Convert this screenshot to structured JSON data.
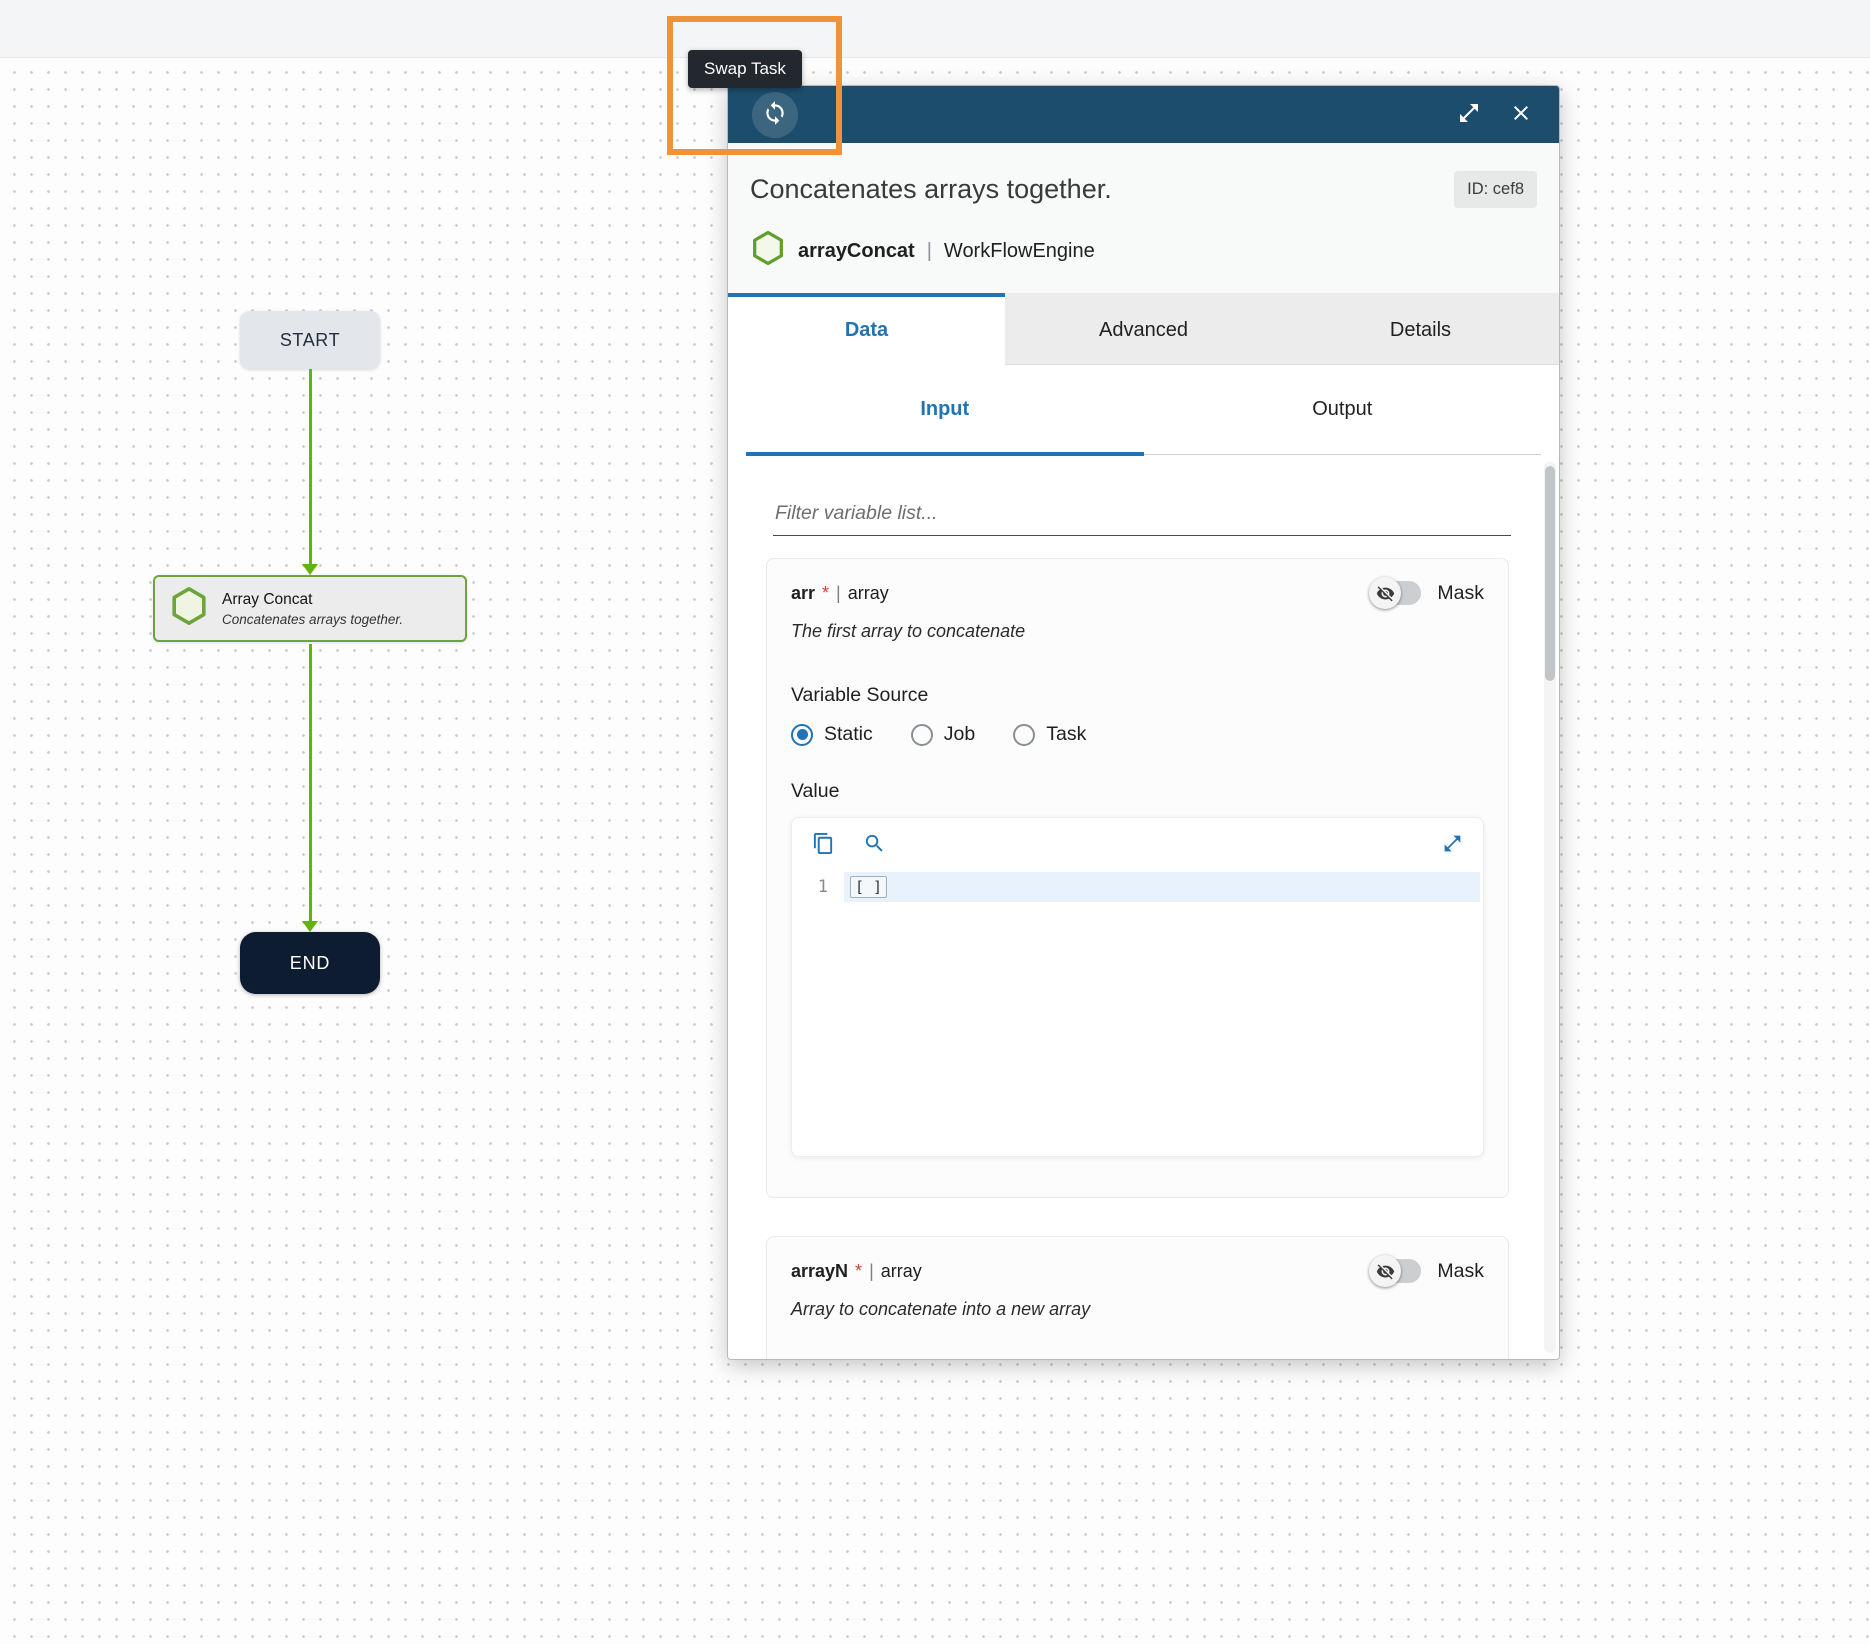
{
  "canvas": {
    "start_label": "START",
    "end_label": "END",
    "task_node": {
      "title": "Array Concat",
      "subtitle": "Concatenates arrays together."
    }
  },
  "tooltip": {
    "label": "Swap Task"
  },
  "panel": {
    "title": "Concatenates arrays together.",
    "id_badge": "ID: cef8",
    "task_name": "arrayConcat",
    "divider": "|",
    "engine_name": "WorkFlowEngine",
    "tabs": {
      "data": "Data",
      "advanced": "Advanced",
      "details": "Details"
    },
    "subtabs": {
      "input": "Input",
      "output": "Output"
    },
    "filter_placeholder": "Filter variable list...",
    "arr_field": {
      "name": "arr",
      "required": "*",
      "divider": "|",
      "type": "array",
      "mask_label": "Mask",
      "description": "The first array to concatenate",
      "variable_source_label": "Variable Source",
      "options": [
        "Static",
        "Job",
        "Task"
      ],
      "selected_option": "Static",
      "value_label": "Value",
      "editor_line_number": "1",
      "editor_code": "[ ]"
    },
    "arrayn_field": {
      "name": "arrayN",
      "required": "*",
      "divider": "|",
      "type": "array",
      "mask_label": "Mask",
      "description": "Array to concatenate into a new array"
    }
  },
  "icons": {
    "swap_button": "sync-circular-arrows",
    "expand_button": "open-in-full-arrows",
    "close_button": "x-close",
    "task_icon": "green-hexagon",
    "copy_button": "content-copy",
    "search_button": "magnifier",
    "editor_expand_button": "open-in-full-arrows",
    "mask_toggle": "eye-off"
  },
  "colors": {
    "header_bg": "#1d4d6c",
    "accent_blue": "#2173b4",
    "arrow_green": "#63b30e",
    "node_border_green": "#6da43c",
    "annotation_orange": "#f09338",
    "end_node_bg": "#0e1c31",
    "required_red": "#d23f31"
  }
}
